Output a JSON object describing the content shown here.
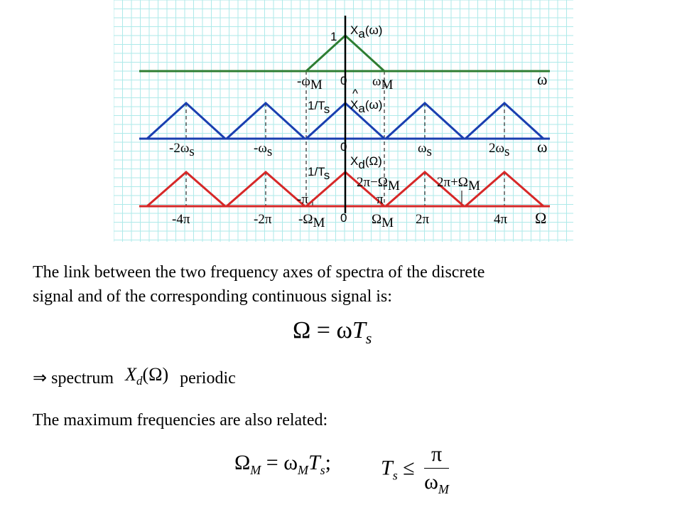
{
  "figure": {
    "panel1": {
      "y_label": "X",
      "y_label_sub": "a",
      "y_label_arg": "(ω)",
      "peak_label": "1",
      "tick_neg": "-ω",
      "tick_neg_sub": "M",
      "tick_zero": "0",
      "tick_pos": "ω",
      "tick_pos_sub": "M",
      "axis_label": "ω",
      "color": "#2e7d32"
    },
    "panel2": {
      "y_label_hat": "^",
      "y_label": "X",
      "y_label_sub": "a",
      "y_label_arg": "(ω)",
      "peak_label": "1/T",
      "peak_label_sub": "s",
      "tick_m2": "-2ω",
      "tick_m2_sub": "s",
      "tick_m1": "-ω",
      "tick_m1_sub": "s",
      "tick_zero": "0",
      "tick_p1": "ω",
      "tick_p1_sub": "s",
      "tick_p2": "2ω",
      "tick_p2_sub": "s",
      "axis_label": "ω",
      "color": "#1a3fb0"
    },
    "panel3": {
      "y_label": "X",
      "y_label_sub": "d",
      "y_label_arg": "(Ω)",
      "peak_label": "1/T",
      "peak_label_sub": "s",
      "ann_left": "2π−Ω",
      "ann_left_sub": "M",
      "ann_right": "2π+Ω",
      "ann_right_sub": "M",
      "ann_neg_pi": "-π",
      "ann_pi": "π",
      "tick_m4pi": "-4π",
      "tick_m2pi": "-2π",
      "tick_mOm": "-Ω",
      "tick_mOm_sub": "M",
      "tick_zero": "0",
      "tick_Om": "Ω",
      "tick_Om_sub": "M",
      "tick_2pi": "2π",
      "tick_4pi": "4π",
      "axis_label": "Ω",
      "color": "#d62828"
    },
    "grid_color": "#aeeaea"
  },
  "text": {
    "para1_line1": "The link between the two frequency axes of spectra of the discrete",
    "para1_line2": "signal and of the corresponding continuous signal is:",
    "implies_symbol": "⇒",
    "spectrum_word": "spectrum",
    "periodic_word": "periodic",
    "para2": "The maximum frequencies are also related:"
  },
  "equations": {
    "eq1_lhs": "Ω",
    "eq1_eq": "=",
    "eq1_rhs_a": "ω",
    "eq1_rhs_b": "T",
    "eq1_rhs_sub": "s",
    "xd_X": "X",
    "xd_sub": "d",
    "xd_arg": "(Ω)",
    "eq2_a": "Ω",
    "eq2_a_sub": "M",
    "eq2_eq": "=",
    "eq2_b": "ω",
    "eq2_b_sub": "M",
    "eq2_c": "T",
    "eq2_c_sub": "s",
    "eq2_sep": ";",
    "eq3_T": "T",
    "eq3_T_sub": "s",
    "eq3_le": "≤",
    "eq3_num": "π",
    "eq3_den": "ω",
    "eq3_den_sub": "M"
  }
}
